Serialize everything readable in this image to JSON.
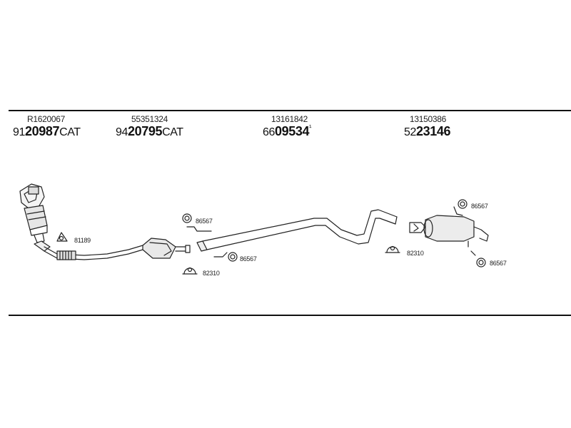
{
  "header_parts": [
    {
      "oem": "R1620067",
      "prefix": "91",
      "code": "20987",
      "suffix": "CAT"
    },
    {
      "oem": "55351324",
      "prefix": "94",
      "code": "20795",
      "suffix": "CAT"
    },
    {
      "oem": "13161842",
      "prefix": "66",
      "code": "09534",
      "suffix": "¹"
    },
    {
      "oem": "13150386",
      "prefix": "52",
      "code": "23146",
      "suffix": ""
    }
  ],
  "callouts": {
    "gasket_front": "81189",
    "hanger_mid_top": "86567",
    "clamp_mid": "82310",
    "hanger_mid_bottom": "86567",
    "hanger_rear_top": "86567",
    "clamp_rear": "82310",
    "hanger_rear_bottom": "86567"
  }
}
